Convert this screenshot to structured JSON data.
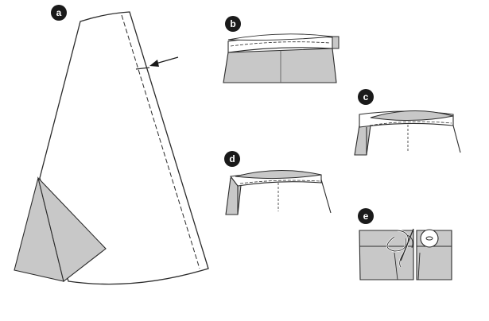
{
  "panels": [
    {
      "id": "a",
      "label": "a"
    },
    {
      "id": "b",
      "label": "b"
    },
    {
      "id": "c",
      "label": "c"
    },
    {
      "id": "d",
      "label": "d"
    },
    {
      "id": "e",
      "label": "e"
    }
  ],
  "colors": {
    "outline": "#2b2b2b",
    "fabric_fill": "#c8c8c8",
    "paper": "#ffffff",
    "badge": "#1a1a1a"
  }
}
